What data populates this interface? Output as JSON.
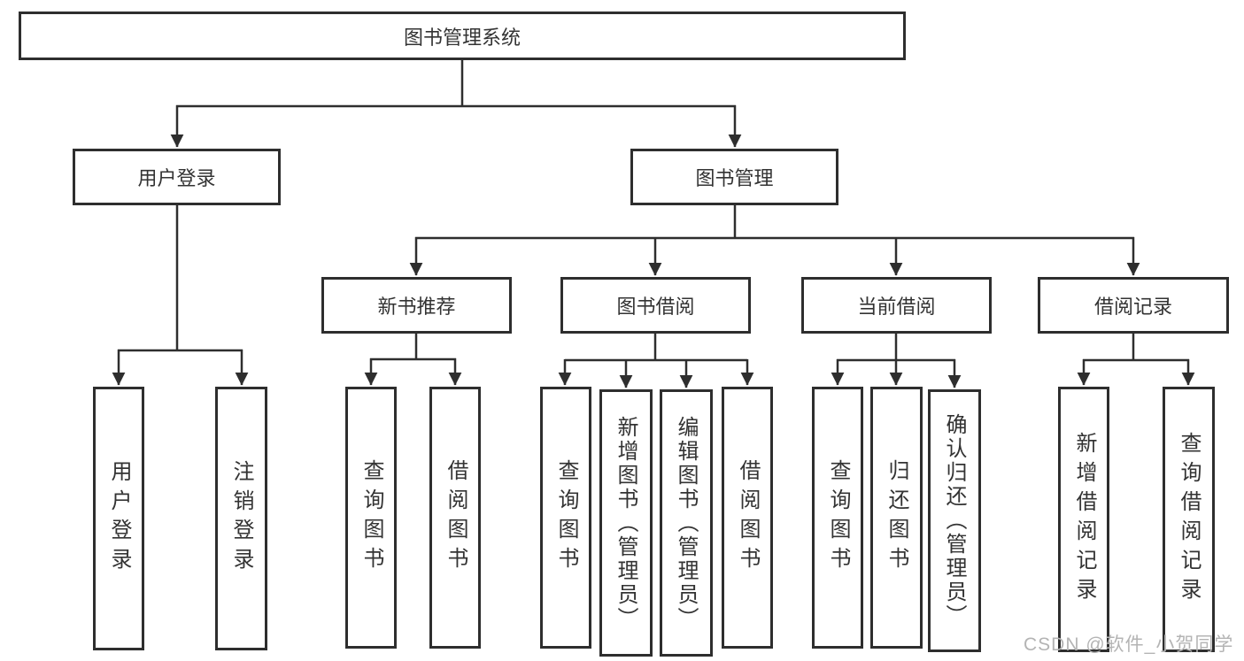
{
  "diagram_type": "tree",
  "tree": {
    "label": "图书管理系统",
    "children": [
      {
        "label": "用户登录",
        "children": [
          {
            "label": "用户登录"
          },
          {
            "label": "注销登录"
          }
        ]
      },
      {
        "label": "图书管理",
        "children": [
          {
            "label": "新书推荐",
            "children": [
              {
                "label": "查询图书"
              },
              {
                "label": "借阅图书"
              }
            ]
          },
          {
            "label": "图书借阅",
            "children": [
              {
                "label": "查询图书"
              },
              {
                "label": "新增图书（管理员）"
              },
              {
                "label": "编辑图书（管理员）"
              },
              {
                "label": "借阅图书"
              }
            ]
          },
          {
            "label": "当前借阅",
            "children": [
              {
                "label": "查询图书"
              },
              {
                "label": "归还图书"
              },
              {
                "label": "确认归还（管理员）"
              }
            ]
          },
          {
            "label": "借阅记录",
            "children": [
              {
                "label": "新增借阅记录"
              },
              {
                "label": "查询借阅记录"
              }
            ]
          }
        ]
      }
    ]
  },
  "watermark": "CSDN @软件_小贺同学",
  "colors": {
    "line": "#2e2e2e",
    "text": "#333333",
    "watermark": "#b4b4b4",
    "background": "#ffffff"
  }
}
